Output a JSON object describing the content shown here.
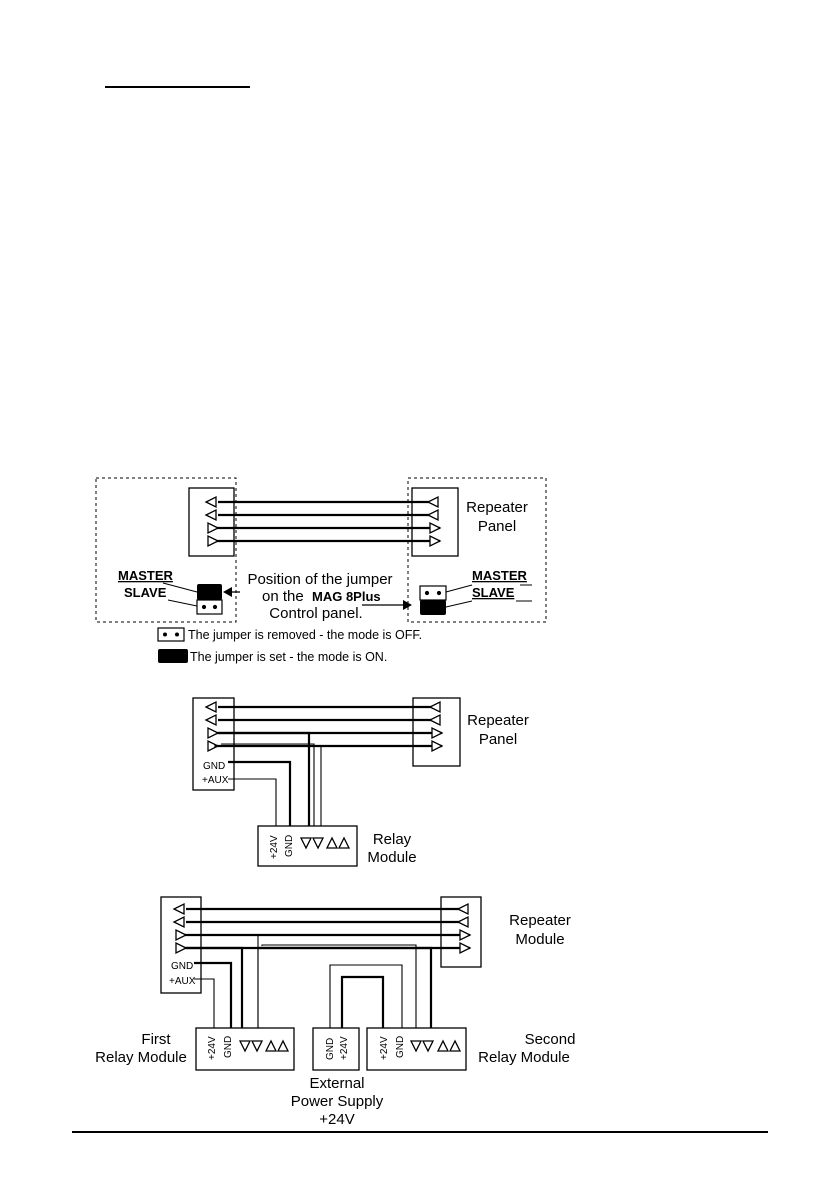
{
  "diagram1": {
    "repeater_label": [
      "Repeater",
      "Panel"
    ],
    "jumper_caption": [
      "Position of the jumper",
      "on the",
      "MAG 8Plus",
      "Control panel."
    ],
    "master_label": "MASTER",
    "slave_label": "SLAVE"
  },
  "legend": {
    "removed": "The jumper is removed - the mode is OFF.",
    "set": "The jumper is set  - the mode is ON."
  },
  "diagram2": {
    "repeater_label": [
      "Repeater",
      "Panel"
    ],
    "gnd": "GND",
    "aux": "+AUX",
    "relay_label": [
      "Relay",
      "Module"
    ],
    "v24": "+24V",
    "relay_gnd": "GND"
  },
  "diagram3": {
    "repeater_label": [
      "Repeater",
      "Module"
    ],
    "gnd": "GND",
    "aux": "+AUX",
    "first_relay_label": [
      "First",
      "Relay Module"
    ],
    "second_relay_label": [
      "Second",
      "Relay Module"
    ],
    "ext_supply_label": [
      "External",
      "Power Supply",
      "+24V"
    ],
    "v24": "+24V",
    "term_gnd": "GND"
  },
  "colors": {
    "ink": "#000000",
    "paper": "#ffffff"
  }
}
